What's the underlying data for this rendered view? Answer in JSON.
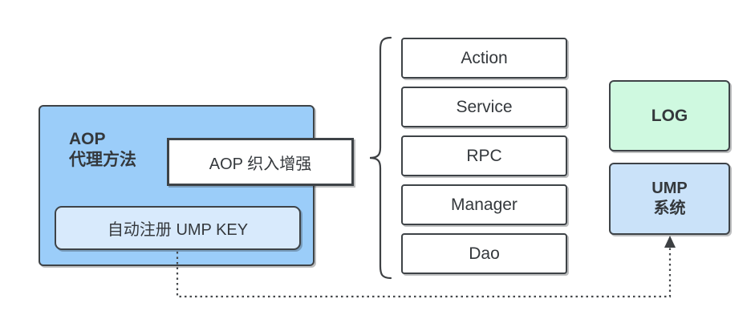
{
  "aop_box": {
    "line1": "AOP",
    "line2": "代理方法"
  },
  "weaving_box": {
    "label": "AOP 织入增强"
  },
  "ump_key_box": {
    "label": "自动注册 UMP KEY"
  },
  "layers": [
    {
      "label": "Action"
    },
    {
      "label": "Service"
    },
    {
      "label": "RPC"
    },
    {
      "label": "Manager"
    },
    {
      "label": "Dao"
    }
  ],
  "log_box": {
    "label": "LOG"
  },
  "ump_system_box": {
    "line1": "UMP",
    "line2": "系统"
  },
  "colors": {
    "aop_fill": "#9BCDF9",
    "ump_key_fill": "#D8EAFC",
    "log_fill": "#CFF9E0",
    "ump_system_fill": "#CAE2F9",
    "border": "#3E4347",
    "text": "#34383C",
    "connector": "#46494C"
  }
}
